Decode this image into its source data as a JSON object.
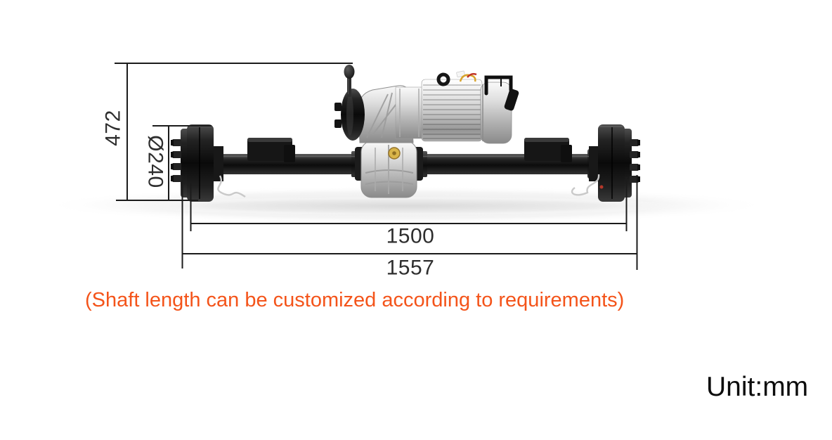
{
  "note": {
    "text": "(Shaft length can be customized according to requirements)",
    "color": "#f4541a"
  },
  "unit_label": "Unit:mm",
  "dimensions": {
    "height": {
      "label": "472",
      "value": 472,
      "axis": "vertical"
    },
    "drum_diameter": {
      "label": "Ø240",
      "value": 240,
      "axis": "vertical"
    },
    "hub_span": {
      "label": "1500",
      "value": 1500,
      "axis": "horizontal"
    },
    "overall_length": {
      "label": "1557",
      "value": 1557,
      "axis": "horizontal"
    }
  },
  "colors": {
    "dimension_line": "#1b1b1b",
    "dimension_text": "#2e2e2e",
    "note_orange": "#f4541a",
    "unit_text": "#0c0c0c",
    "machine_black": "#1a1a1a",
    "machine_silver": "#c9c9c9",
    "oil_cap_yellow": "#d9b54a",
    "background": "#ffffff"
  }
}
